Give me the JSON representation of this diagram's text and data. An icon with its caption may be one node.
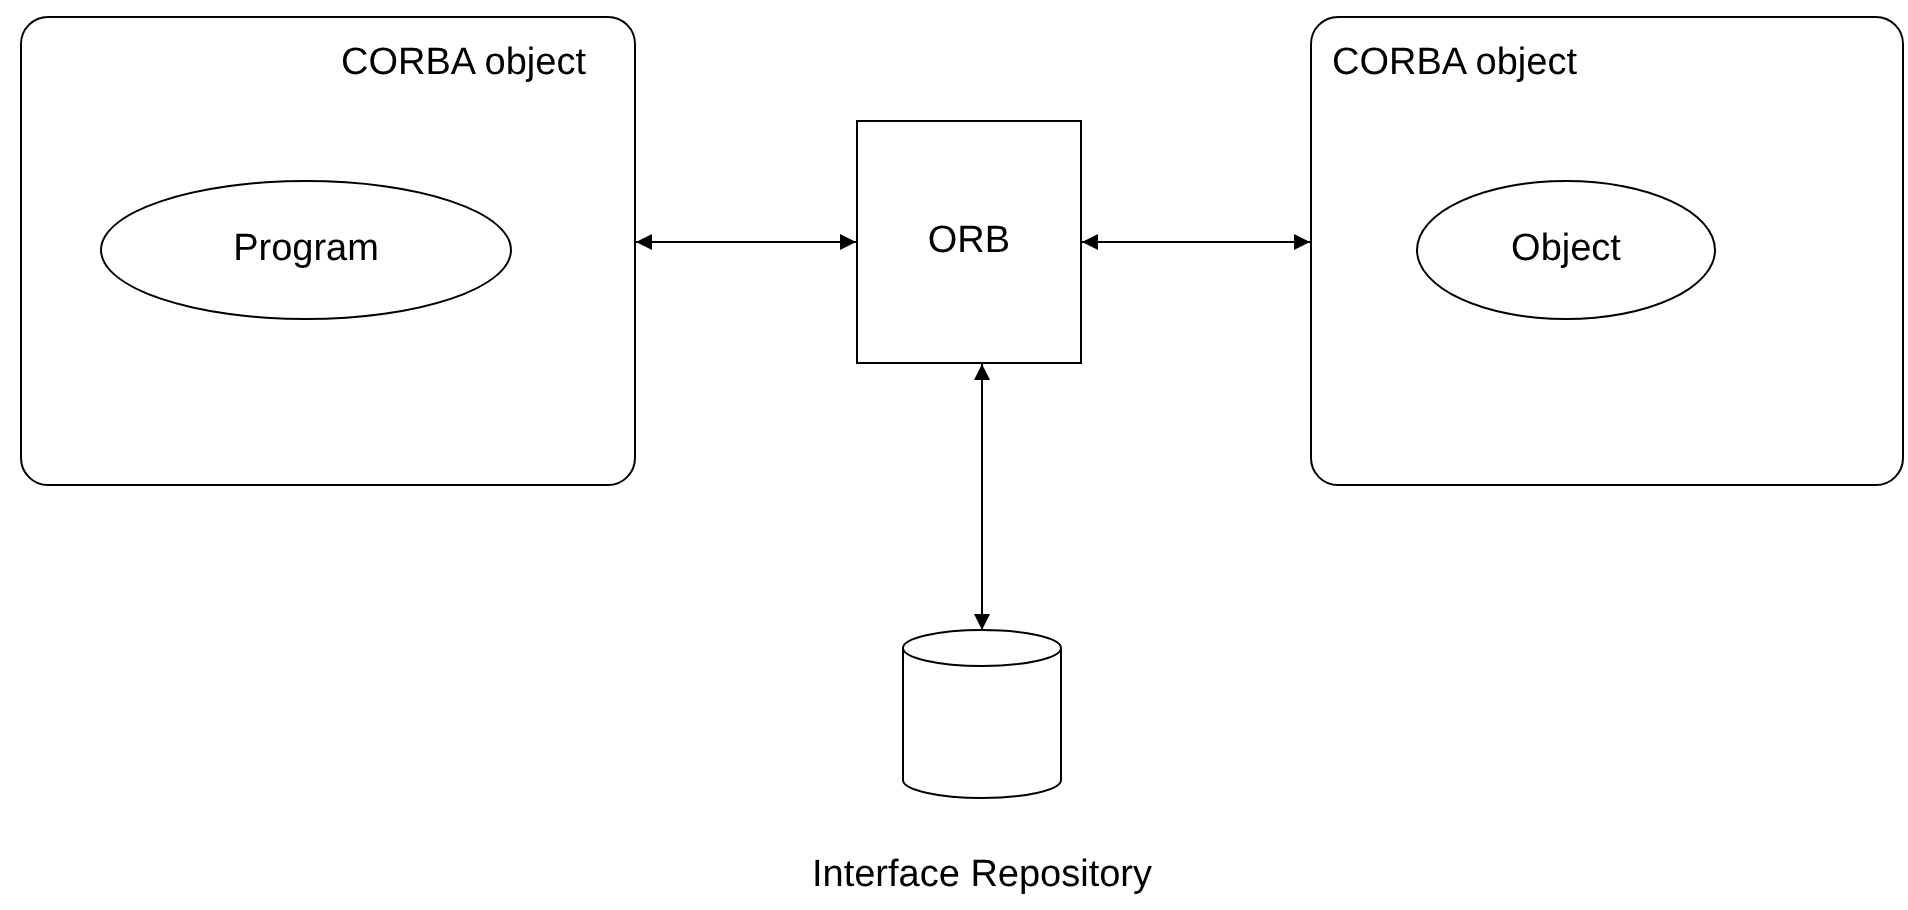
{
  "diagram": {
    "nodes": [
      {
        "text": [
          "CORBA object"
        ]
      },
      {
        "text": [
          "Program"
        ],
        "in": 0
      },
      {
        "text": [
          "ORB"
        ]
      },
      {
        "text": [
          "CORBA object"
        ]
      },
      {
        "text": [
          "Object"
        ],
        "in": 3
      },
      {
        "text": [],
        "shape": "cylinder",
        "beside": [
          "Interface Repository"
        ]
      }
    ],
    "edges": [
      {
        "from": 0,
        "to": 2,
        "arrow": "both"
      },
      {
        "from": 2,
        "to": 3,
        "arrow": "both"
      },
      {
        "from": 2,
        "to": 5,
        "arrow": "both"
      }
    ]
  }
}
